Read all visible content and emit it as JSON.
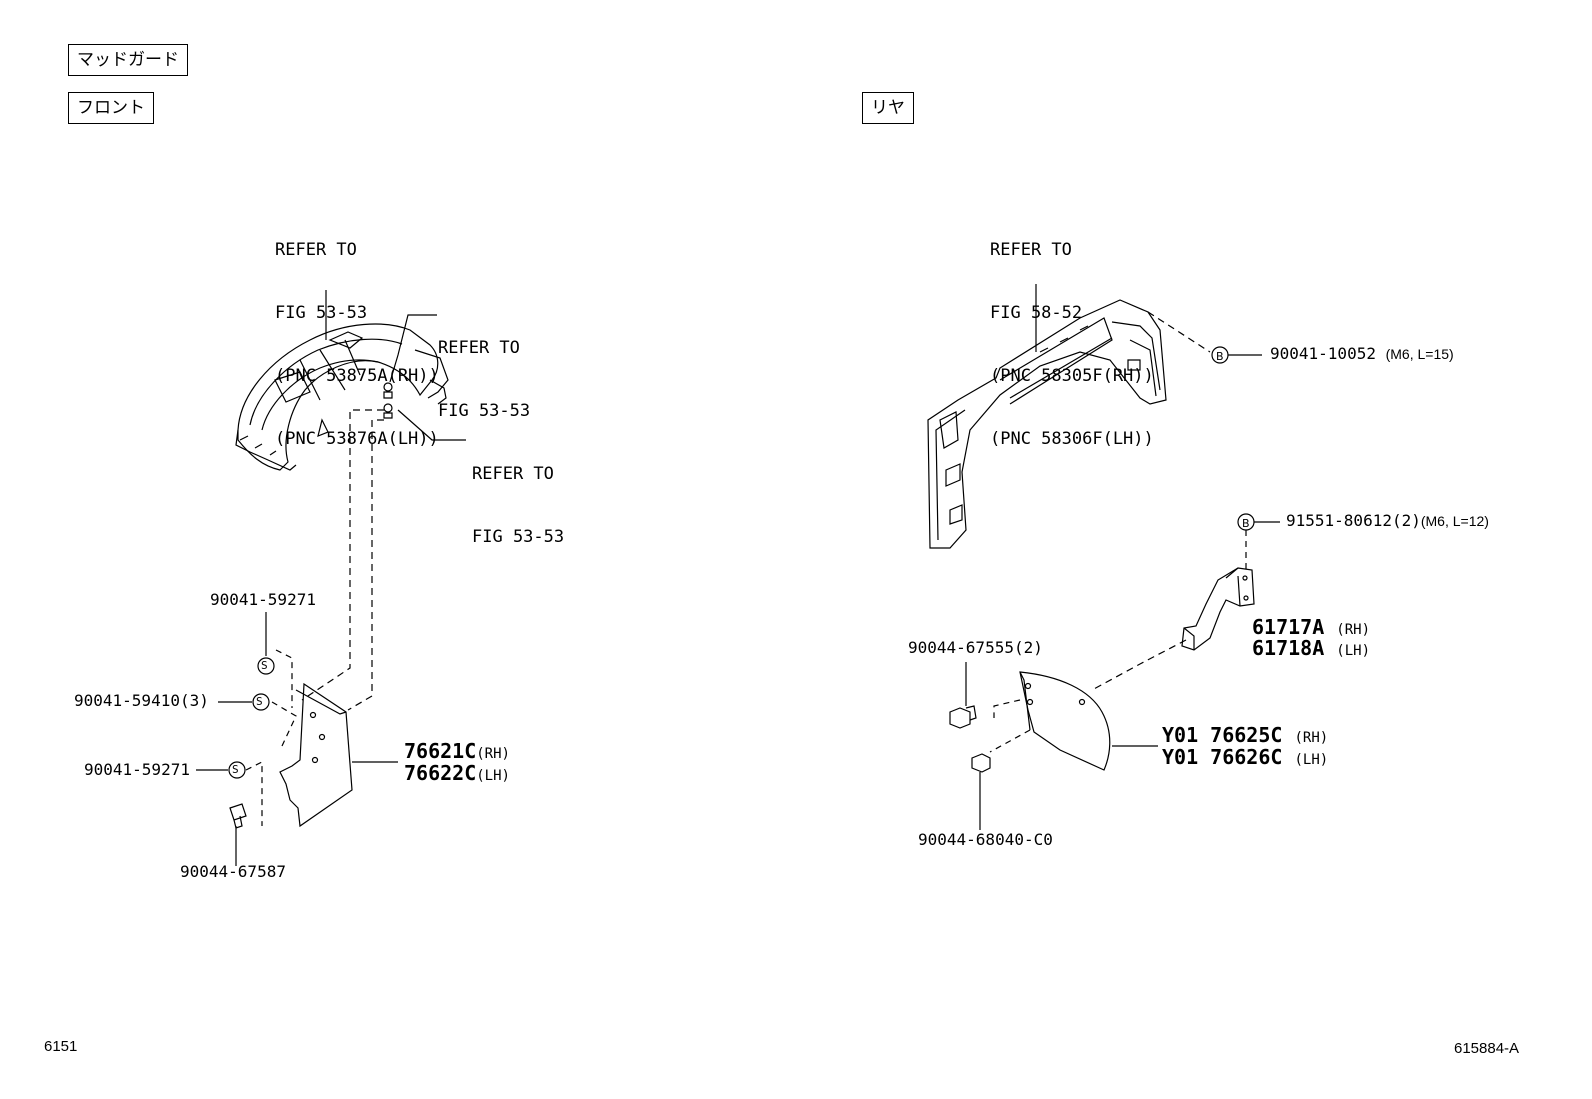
{
  "headers": {
    "mudguard": "マッドガード",
    "front": "フロント",
    "rear": "リヤ"
  },
  "front": {
    "refer_main": [
      "REFER TO",
      "FIG 53-53",
      "(PNC 53875A(RH))",
      "(PNC 53876A(LH))"
    ],
    "refer_upper": [
      "REFER TO",
      "FIG 53-53"
    ],
    "refer_lower": [
      "REFER TO",
      "FIG 53-53"
    ],
    "parts": {
      "p1": "90041-59271",
      "p2": "90041-59410(3)",
      "p3": "90041-59271",
      "p4": "90044-67587",
      "mudguard_rh_code": "76621C",
      "mudguard_rh_side": "(RH)",
      "mudguard_lh_code": "76622C",
      "mudguard_lh_side": "(LH)"
    },
    "marker": "S"
  },
  "rear": {
    "refer_main": [
      "REFER TO",
      "FIG 58-52",
      "(PNC 58305F(RH))",
      "(PNC 58306F(LH))"
    ],
    "parts": {
      "b1_code": "90041-10052",
      "b1_spec": "(M6, L=15)",
      "b2_code": "91551-80612(2)",
      "b2_spec": "(M6, L=12)",
      "bracket_rh_code": "61717A",
      "bracket_rh_side": "(RH)",
      "bracket_lh_code": "61718A",
      "bracket_lh_side": "(LH)",
      "p_clip": "90044-67555(2)",
      "p_screw": "90044-68040-C0",
      "mud_rh_code": "Y01 76625C",
      "mud_rh_side": "(RH)",
      "mud_lh_code": "Y01 76626C",
      "mud_lh_side": "(LH)"
    },
    "marker": "B"
  },
  "footer": {
    "left": "6151",
    "right": "615884-A"
  }
}
